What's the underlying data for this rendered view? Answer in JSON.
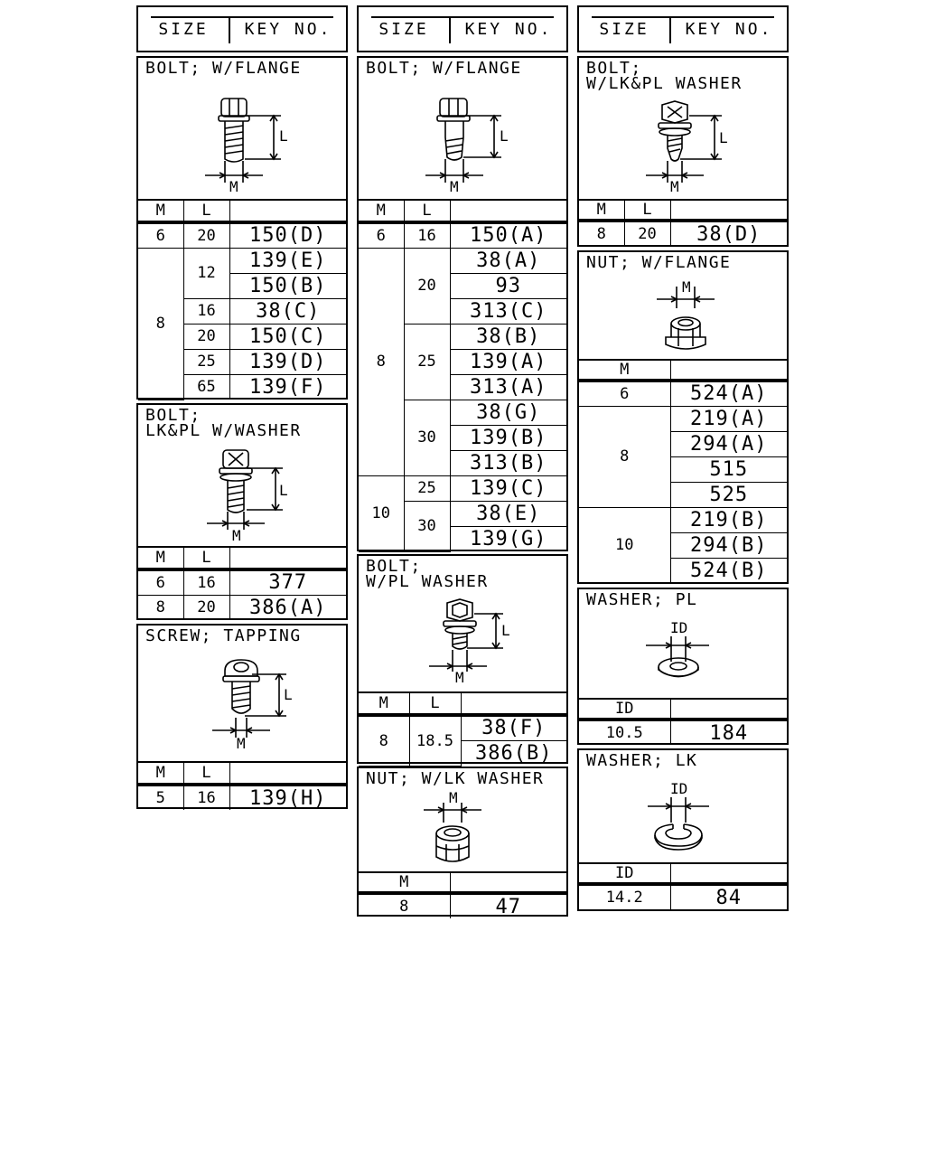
{
  "header": {
    "size": "SIZE",
    "key_no": "KEY NO."
  },
  "col1": {
    "bolt_flange": {
      "title": "BOLT; W/FLANGE",
      "cols": [
        "M",
        "L",
        ""
      ],
      "rows": [
        {
          "m": "6",
          "l": "20",
          "key": "150(D)"
        },
        {
          "m": "8",
          "l": "12",
          "key": "139(E)"
        },
        {
          "m": "",
          "l": "",
          "key": "150(B)"
        },
        {
          "m": "",
          "l": "16",
          "key": "38(C)"
        },
        {
          "m": "",
          "l": "20",
          "key": "150(C)"
        },
        {
          "m": "",
          "l": "25",
          "key": "139(D)"
        },
        {
          "m": "",
          "l": "65",
          "key": "139(F)"
        }
      ]
    },
    "bolt_lkpl": {
      "title": "BOLT;\nLK&PL W/WASHER",
      "cols": [
        "M",
        "L",
        ""
      ],
      "rows": [
        {
          "m": "6",
          "l": "16",
          "key": "377"
        },
        {
          "m": "8",
          "l": "20",
          "key": "386(A)"
        }
      ]
    },
    "screw": {
      "title": "SCREW; TAPPING",
      "cols": [
        "M",
        "L",
        ""
      ],
      "rows": [
        {
          "m": "5",
          "l": "16",
          "key": "139(H)"
        }
      ]
    }
  },
  "col2": {
    "bolt_flange": {
      "title": "BOLT; W/FLANGE",
      "cols": [
        "M",
        "L",
        ""
      ],
      "rows": [
        {
          "m": "6",
          "l": "16",
          "key": "150(A)"
        },
        {
          "m": "8",
          "l": "20",
          "key": "38(A)"
        },
        {
          "key": "93"
        },
        {
          "key": "313(C)"
        },
        {
          "l": "25",
          "key": "38(B)"
        },
        {
          "key": "139(A)"
        },
        {
          "key": "313(A)"
        },
        {
          "l": "30",
          "key": "38(G)"
        },
        {
          "key": "139(B)"
        },
        {
          "key": "313(B)"
        },
        {
          "m": "10",
          "l": "25",
          "key": "139(C)"
        },
        {
          "l": "30",
          "key": "38(E)"
        },
        {
          "key": "139(G)"
        }
      ]
    },
    "bolt_pl": {
      "title": "BOLT;\nW/PL WASHER",
      "cols": [
        "M",
        "L",
        ""
      ],
      "rows": [
        {
          "m": "8",
          "l": "18.5",
          "key": "38(F)"
        },
        {
          "key": "386(B)"
        }
      ]
    },
    "nut_lk": {
      "title": "NUT; W/LK WASHER",
      "cols": [
        "M",
        ""
      ],
      "rows": [
        {
          "m": "8",
          "key": "47"
        }
      ]
    }
  },
  "col3": {
    "bolt_lkpl": {
      "title": "BOLT;\nW/LK&PL WASHER",
      "cols": [
        "M",
        "L",
        ""
      ],
      "rows": [
        {
          "m": "8",
          "l": "20",
          "key": "38(D)"
        }
      ]
    },
    "nut_flange": {
      "title": "NUT; W/FLANGE",
      "cols": [
        "M",
        ""
      ],
      "rows": [
        {
          "m": "6",
          "key": "524(A)"
        },
        {
          "m": "8",
          "key": "219(A)"
        },
        {
          "key": "294(A)"
        },
        {
          "key": "515"
        },
        {
          "key": "525"
        },
        {
          "m": "10",
          "key": "219(B)"
        },
        {
          "key": "294(B)"
        },
        {
          "key": "524(B)"
        }
      ]
    },
    "washer_pl": {
      "title": "WASHER; PL",
      "cols": [
        "ID",
        ""
      ],
      "rows": [
        {
          "m": "10.5",
          "key": "184"
        }
      ]
    },
    "washer_lk": {
      "title": "WASHER; LK",
      "cols": [
        "ID",
        ""
      ],
      "rows": [
        {
          "m": "14.2",
          "key": "84"
        }
      ]
    }
  },
  "dims": {
    "m": "M",
    "l": "L",
    "id": "ID"
  }
}
